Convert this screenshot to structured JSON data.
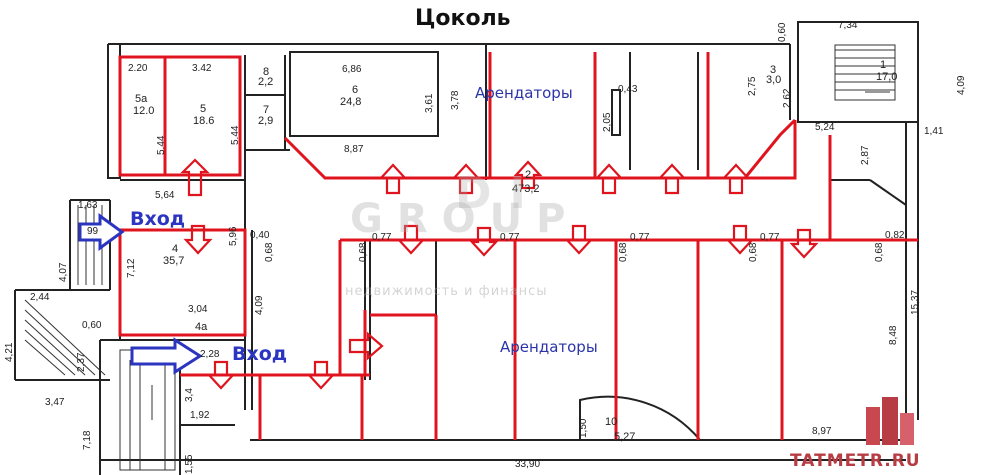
{
  "title": "Цоколь",
  "labels": {
    "tenants_top": "Арендаторы",
    "tenants_bottom": "Арендаторы",
    "entrance_left": "Вход",
    "entrance_bottom": "Вход"
  },
  "watermark": {
    "brand": "GROUP",
    "di": "DI",
    "tagline": "недвижимость и финансы"
  },
  "logo": {
    "text": "TATMETR.RU"
  },
  "rooms": [
    {
      "id": "5a",
      "label": "5а",
      "area": "12.0"
    },
    {
      "id": "5",
      "label": "5",
      "area": "18.6"
    },
    {
      "id": "8",
      "label": "8",
      "area": "2,2"
    },
    {
      "id": "7",
      "label": "7",
      "area": "2,9"
    },
    {
      "id": "6",
      "label": "6",
      "area": "24,8"
    },
    {
      "id": "2",
      "label": "2",
      "area": "473,2"
    },
    {
      "id": "4",
      "label": "4",
      "area": "35,7"
    },
    {
      "id": "4a",
      "label": "4а",
      "area": ""
    },
    {
      "id": "1",
      "label": "1",
      "area": "17,0"
    },
    {
      "id": "3",
      "label": "3",
      "area": "3,0"
    },
    {
      "id": "10",
      "label": "10",
      "area": "5,27"
    }
  ],
  "dimensions": {
    "d220": "2.20",
    "d342": "3.42",
    "d544a": "5.44",
    "d544b": "5.44",
    "d686": "6,86",
    "d361": "3,61",
    "d887": "8,87",
    "d378": "3,78",
    "d205": "2,05",
    "d043": "0,43",
    "d275": "2,75",
    "d262": "2,62",
    "d524": "5,24",
    "d287": "2,87",
    "d060": "0,60",
    "d734": "7,34",
    "d409r": "4,09",
    "d141": "1,41",
    "d564": "5,64",
    "d596": "5,96",
    "d040": "0,40",
    "d068a": "0,68",
    "d712": "7,12",
    "d304": "3,04",
    "d409": "4,09",
    "d163": "1,63",
    "d407": "4,07",
    "d244": "2,44",
    "d060b": "0,60",
    "d421": "4,21",
    "d237": "2,37",
    "d347": "3,47",
    "d228": "2,28",
    "d192": "1,92",
    "d718": "7,18",
    "d077a": "0,77",
    "d077b": "0,77",
    "d077c": "0,77",
    "d077d": "0,77",
    "d068b": "0,68",
    "d068c": "0,68",
    "d068d": "0,68",
    "d068e": "0,68",
    "d082": "0,82",
    "d1537": "15,37",
    "d848": "8,48",
    "d897": "8,97",
    "d150": "1,50",
    "d3390": "33,90",
    "d155": "1,55",
    "d099": "99",
    "d341": "3,4"
  },
  "colors": {
    "wall": "#222222",
    "route": "#e0141e",
    "entrance_arrow": "#2b35c0",
    "tenants_text": "#2b35a8",
    "logo_red": "#b73c44"
  }
}
